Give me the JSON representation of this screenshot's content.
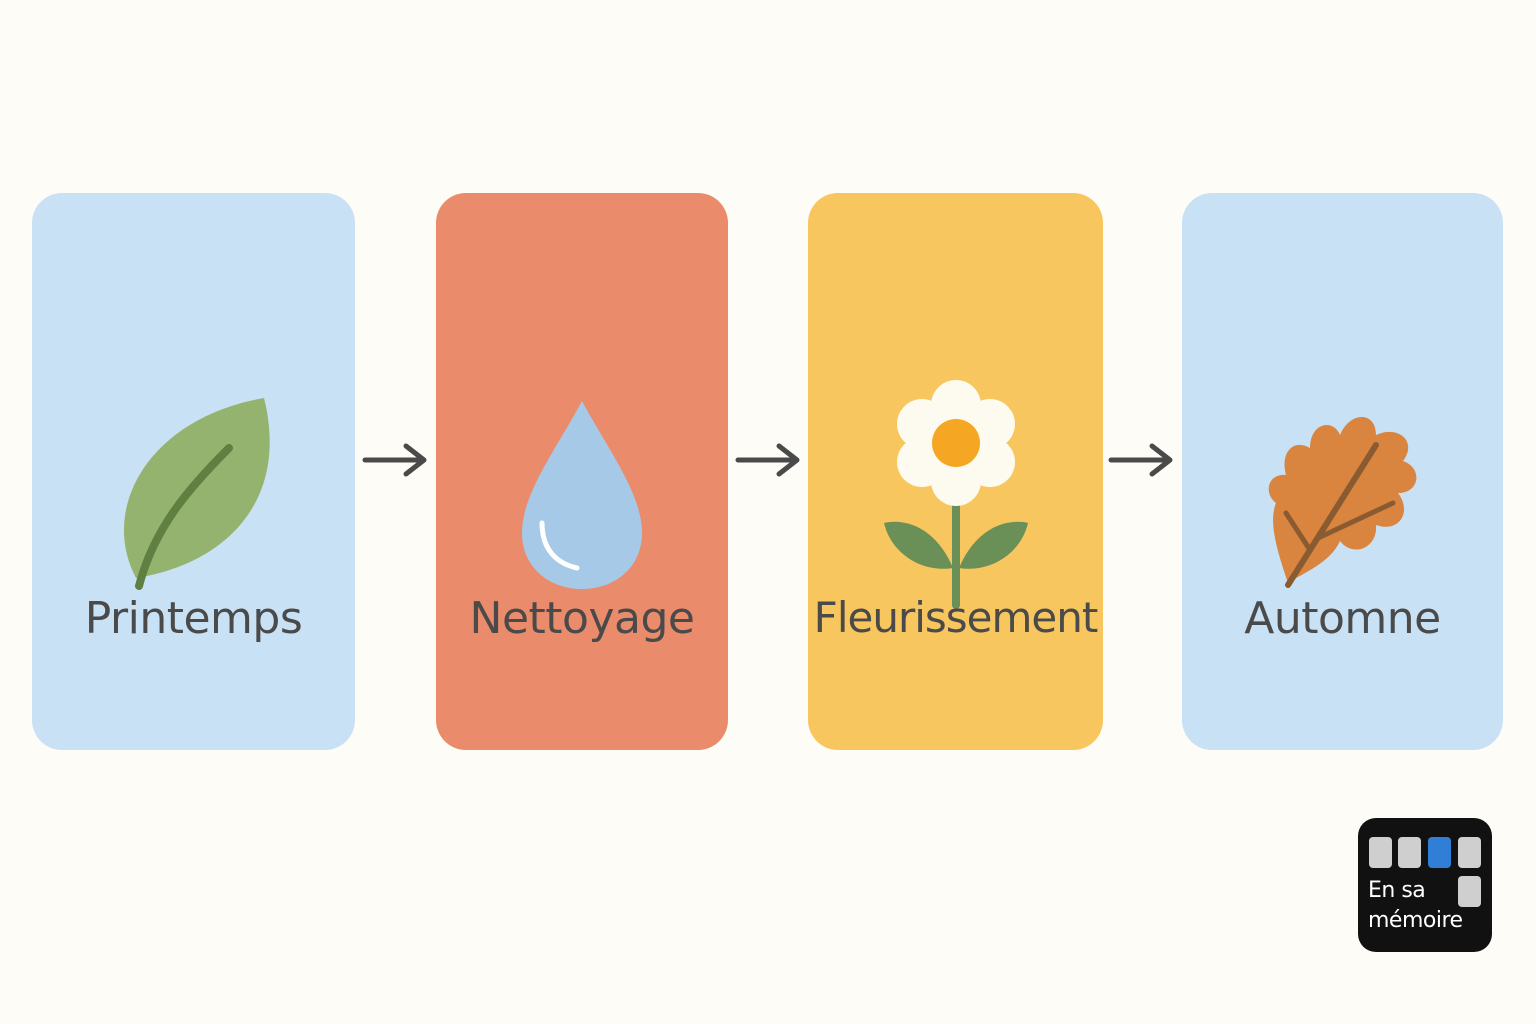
{
  "colors": {
    "background": "#fdfcf7",
    "card_blue": "#c9e1f4",
    "card_orange": "#ea8c6b",
    "card_yellow": "#f8c65e",
    "label_text": "#4a4a4a",
    "arrow": "#4a4a4a"
  },
  "steps": [
    {
      "label": "Printemps",
      "icon": "leaf-icon",
      "color": "#c9e1f4"
    },
    {
      "label": "Nettoyage",
      "icon": "water-drop-icon",
      "color": "#ea8c6b"
    },
    {
      "label": "Fleurissement",
      "icon": "flower-icon",
      "color": "#f8c65e"
    },
    {
      "label": "Automne",
      "icon": "oak-leaf-icon",
      "color": "#c9e1f4"
    }
  ],
  "connectors": [
    "arrow-right-icon",
    "arrow-right-icon",
    "arrow-right-icon"
  ],
  "logo": {
    "line1": "En sa",
    "line2": "mémoire",
    "accent_color": "#2f7fd6"
  }
}
